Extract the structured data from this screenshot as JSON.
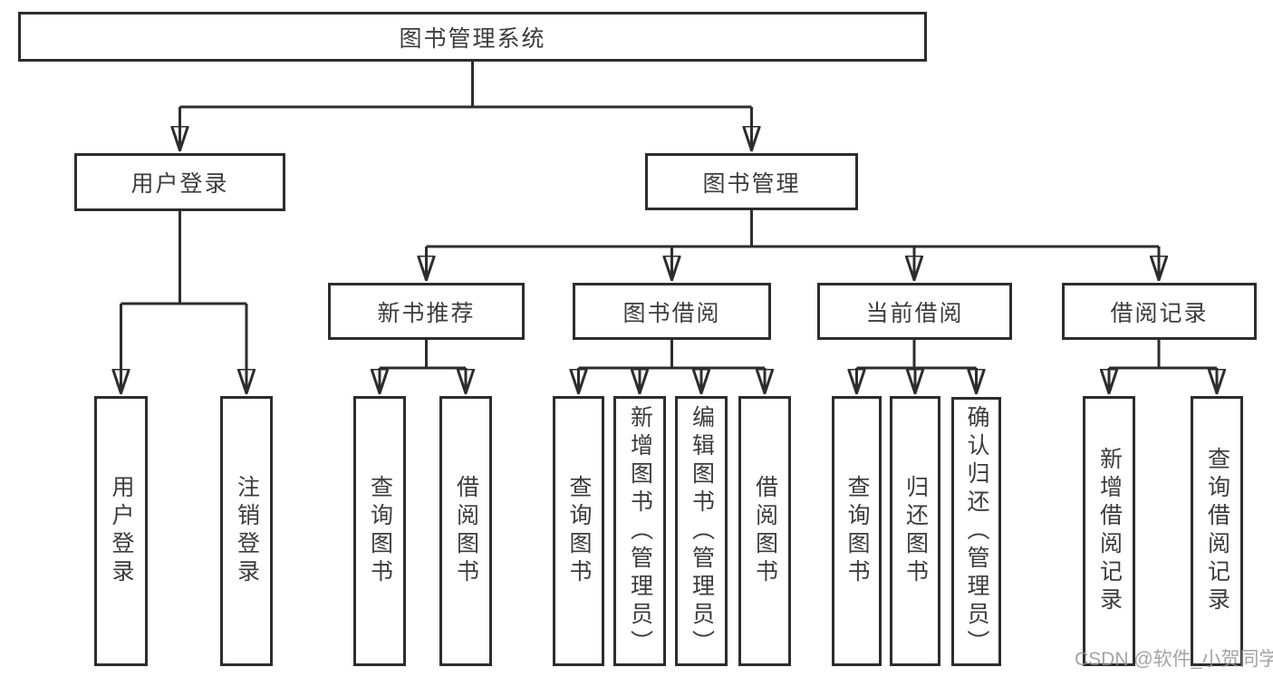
{
  "tree": {
    "label": "图书管理系统",
    "children": [
      {
        "label": "用户登录",
        "children": [
          {
            "label": "用户登录"
          },
          {
            "label": "注销登录"
          }
        ]
      },
      {
        "label": "图书管理",
        "children": [
          {
            "label": "新书推荐",
            "children": [
              {
                "label": "查询图书"
              },
              {
                "label": "借阅图书"
              }
            ]
          },
          {
            "label": "图书借阅",
            "children": [
              {
                "label": "查询图书"
              },
              {
                "label": "新增图书（管理员）"
              },
              {
                "label": "编辑图书（管理员）"
              },
              {
                "label": "借阅图书"
              }
            ]
          },
          {
            "label": "当前借阅",
            "children": [
              {
                "label": "查询图书"
              },
              {
                "label": "归还图书"
              },
              {
                "label": "确认归还（管理员）"
              }
            ]
          },
          {
            "label": "借阅记录",
            "children": [
              {
                "label": "新增借阅记录"
              },
              {
                "label": "查询借阅记录"
              }
            ]
          }
        ]
      }
    ]
  },
  "watermark": {
    "text": "CSDN @软件_小贺同学"
  },
  "colors": {
    "line": "#2d2d2d",
    "box_border": "#2d2d2d",
    "box_fill": "#ffffff",
    "text": "#3c3c3c",
    "watermark": "#949494"
  }
}
